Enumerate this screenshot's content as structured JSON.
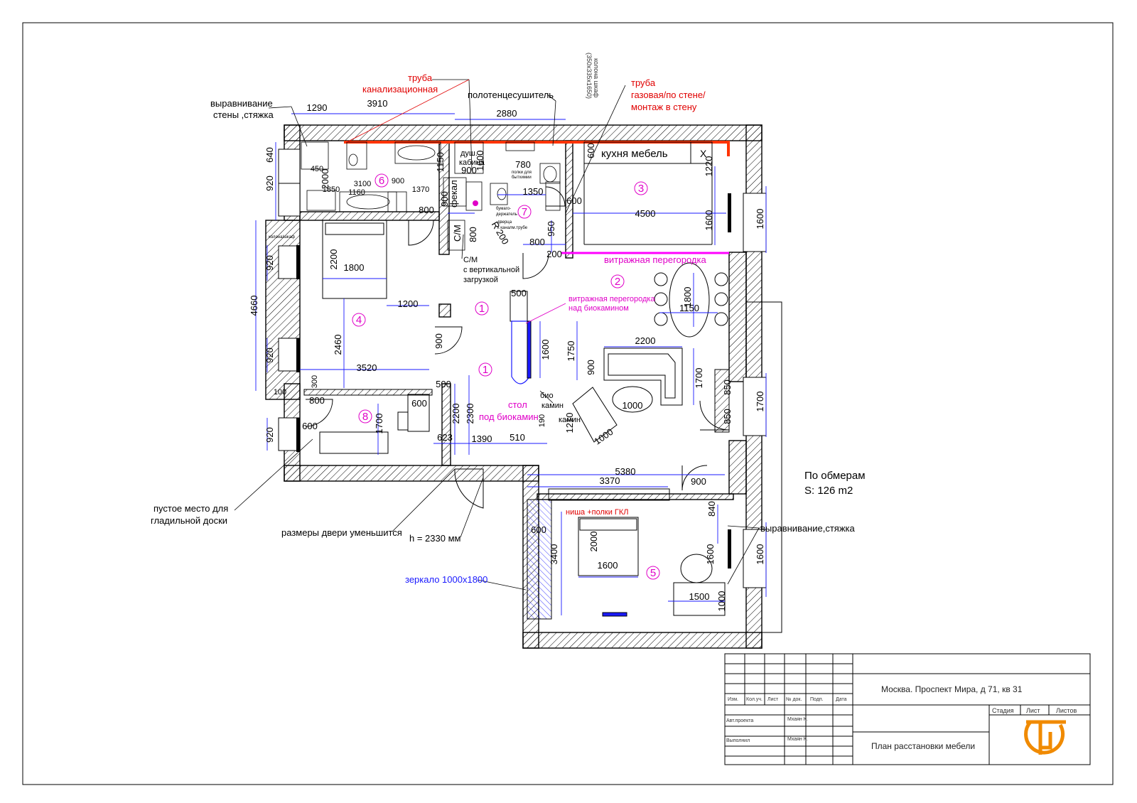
{
  "colors": {
    "dim": "#1a1aff",
    "wall": "#000000",
    "pipe": "#ff3300",
    "partition": "#ff00ff",
    "annot_red": "#e00000",
    "annot_mag": "#e000c8",
    "logo": "#f08a00"
  },
  "annotations": {
    "wall_align_top": [
      "выравнивание",
      "стены ,стяжка"
    ],
    "sewer_pipe": [
      "труба",
      "канализационная"
    ],
    "towel_dryer": "полотенцесушитель",
    "gas_pipe": [
      "труба",
      "газовая/по стене/",
      "монтаж в стену"
    ],
    "column_box": [
      "колона шкаф",
      "(350x335x1650)"
    ],
    "washer": [
      "С/М",
      "с вертикальной",
      "загрузкой"
    ],
    "partition_bio": [
      "витражная перегородка",
      "над биокамином"
    ],
    "bio": [
      "био",
      "камин"
    ],
    "fireplace": "камин",
    "table": [
      "стол",
      "под биокамин"
    ],
    "ironing": [
      "пустое место для",
      "гладильной доски"
    ],
    "door_smaller": "размеры двери уменьшится",
    "door_height": "h = 2330 мм",
    "mirror": "зеркало 1000x1800",
    "wall_align_right": "выравнивание,стяжка",
    "measurements": [
      "По обмерам",
      "S: 126 m2"
    ],
    "kitchen_furniture": "кухня мебель",
    "glass_partition": "витражная перегородка",
    "niche": "ниша +полки ГКЛ",
    "shower": [
      "душ.",
      "кабина"
    ],
    "shelves": [
      "полки для",
      "бытхимии"
    ],
    "paper_holder": [
      "бумаго-",
      "держатель"
    ],
    "hatch": [
      "дверца",
      "к каналм.трубе"
    ],
    "fecal": "фекал",
    "sm": "С/М",
    "kitchen_x": "X",
    "bed_label": "колона/шкаф"
  },
  "rooms": [
    "1",
    "1",
    "2",
    "3",
    "4",
    "5",
    "6",
    "7",
    "8"
  ],
  "dimensions": {
    "d1290": "1290",
    "d3910": "3910",
    "d2880": "2880",
    "d640": "640",
    "d920": "920",
    "d920b": "920",
    "d920c": "920",
    "d920d": "920",
    "d4660": "4660",
    "d2000": "2000",
    "d800a": "800",
    "d900a": "900",
    "d1350": "1350",
    "d600a": "600",
    "d4500": "4500",
    "d1220": "1220",
    "d1600a": "1600",
    "d1600b": "1600",
    "d600k": "600",
    "d780": "780",
    "d900s": "900",
    "d1600s": "1600",
    "d1150": "1150",
    "d950": "950",
    "d800b": "800",
    "d800c": "800",
    "d200": "200",
    "r200": "R 200",
    "d1800": "1800",
    "d2200a": "2200",
    "d1200": "1200",
    "d2460": "2460",
    "d3520": "3520",
    "d100": "100",
    "d300": "300",
    "d800d": "800",
    "d600b": "600",
    "d1700a": "1700",
    "d600c": "600",
    "d500a": "500",
    "d2200b": "2200",
    "d2300": "2300",
    "d623": "623",
    "d1390": "1390",
    "d510": "510",
    "d190": "190",
    "d500b": "500",
    "d1600c": "1600",
    "d1750": "1750",
    "d900b": "900",
    "d1800b": "1800",
    "d1150b": "1150",
    "d2200c": "2200",
    "d900c": "900",
    "d1700b": "1700",
    "d1000a": "1000",
    "d1000b": "1000",
    "d1210": "1210",
    "d850a": "850",
    "d850b": "850",
    "d1700c": "1700",
    "d5380": "5380",
    "d3370": "3370",
    "d900d": "900",
    "d840": "840",
    "d600d": "600",
    "d3400": "3400",
    "d2000b": "2000",
    "d1600d": "1600",
    "d1600e": "1600",
    "d1600f": "1600",
    "d1500": "1500",
    "d1000c": "1000",
    "d1370": "1370",
    "d1850": "1850",
    "d1160": "1160",
    "d900e": "900",
    "d3100": "3100",
    "d450": "450"
  },
  "title_block": {
    "address": "Москва. Проспект Мира, д 71, кв 31",
    "sheet_title": "План расстановки мебели",
    "cols": [
      "Изм.",
      "Кол.уч.",
      "Лист",
      "№ док.",
      "Подп.",
      "Дата"
    ],
    "rows": [
      "Авт.проекта",
      "Выполнил"
    ],
    "names": [
      "Мхаян К.",
      "Мхаян К."
    ],
    "headers": [
      "Стадия",
      "Лист",
      "Листов"
    ]
  }
}
